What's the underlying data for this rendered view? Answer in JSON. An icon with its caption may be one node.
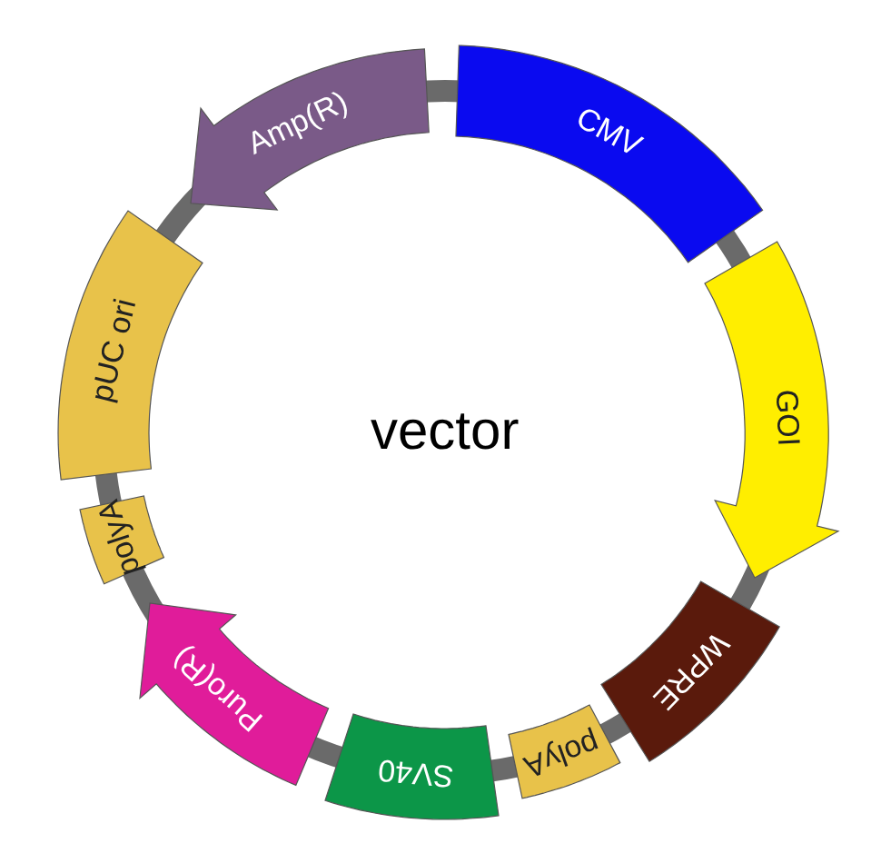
{
  "diagram": {
    "nodes": [
      {
        "text": [
          "CMV"
        ]
      },
      {
        "text": [
          "GOI"
        ]
      },
      {
        "text": [
          "WPRE"
        ]
      },
      {
        "text": [
          "polyA"
        ]
      },
      {
        "text": [
          "SV40"
        ]
      },
      {
        "text": [
          "Puro(R)"
        ]
      },
      {
        "text": [
          "polyA"
        ]
      },
      {
        "text": [
          "pUC ori"
        ]
      },
      {
        "text": [
          "Amp(R)"
        ]
      }
    ],
    "labels": [
      "vector"
    ]
  }
}
